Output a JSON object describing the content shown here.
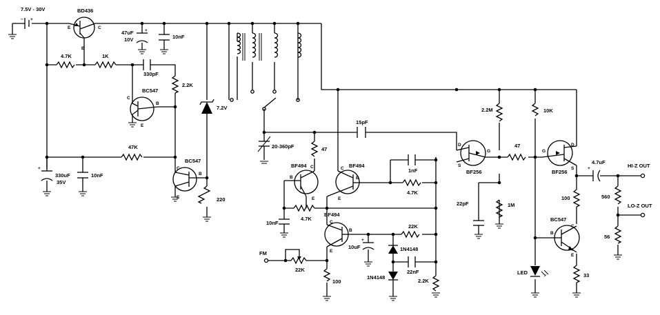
{
  "supply": {
    "label": "7.5V - 30V"
  },
  "components": {
    "q_bd436": {
      "part": "BD436"
    },
    "c_47uf": {
      "value": "47uF",
      "rating": "10V"
    },
    "c_10nf_top": {
      "value": "10nF"
    },
    "r_4k7_top": {
      "value": "4.7K"
    },
    "r_1k": {
      "value": "1K"
    },
    "c_330pf": {
      "value": "330pF"
    },
    "r_2k2_left": {
      "value": "2.2K"
    },
    "q_bc547_1": {
      "part": "BC547"
    },
    "zener": {
      "value": "7.2V"
    },
    "c_330uf": {
      "value": "330uF",
      "rating": "35V"
    },
    "c_10nf_left": {
      "value": "10nF"
    },
    "r_47k": {
      "value": "47K"
    },
    "q_bc547_2": {
      "part": "BC547"
    },
    "r_220": {
      "value": "220"
    },
    "c_var": {
      "value": "20-360pF"
    },
    "c_15pf": {
      "value": "15pF"
    },
    "r_47_osc": {
      "value": "47"
    },
    "q_bf494_1": {
      "part": "BF494"
    },
    "q_bf494_2": {
      "part": "BF494"
    },
    "q_bf494_3": {
      "part": "BF494"
    },
    "c_1nf": {
      "value": "1nF"
    },
    "r_4k7_fb": {
      "value": "4.7K"
    },
    "r_4k7_base": {
      "value": "4.7K"
    },
    "c_10nf_osc": {
      "value": "10nF"
    },
    "r_22k_mod": {
      "value": "22K"
    },
    "c_10uf": {
      "value": "10uF"
    },
    "d_1n4148_a": {
      "part": "1N4148"
    },
    "d_1n4148_b": {
      "part": "1N4148"
    },
    "c_22nf": {
      "value": "22nF"
    },
    "r_2k2_bot": {
      "value": "2.2K"
    },
    "r_100_em": {
      "value": "100"
    },
    "fm_in": {
      "label": "FM"
    },
    "pot_22k": {
      "value": "22K"
    },
    "r_2m2": {
      "value": "2.2M"
    },
    "q_bf256_1": {
      "part": "BF256"
    },
    "c_22pf": {
      "value": "22pF"
    },
    "r_1m": {
      "value": "1M"
    },
    "r_47_gate": {
      "value": "47"
    },
    "r_10k": {
      "value": "10K"
    },
    "q_bf256_2": {
      "part": "BF256"
    },
    "c_4u7": {
      "value": "4.7uF"
    },
    "r_560": {
      "value": "560"
    },
    "r_56": {
      "value": "56"
    },
    "r_100_out": {
      "value": "100"
    },
    "q_bc547_3": {
      "part": "BC547"
    },
    "led": {
      "label": "LED"
    },
    "r_33": {
      "value": "33"
    }
  },
  "outputs": {
    "hi_z": "HI-Z OUT",
    "lo_z": "LO-Z OUT"
  },
  "pins": {
    "b": "B",
    "c": "C",
    "e": "E",
    "d": "D",
    "g": "G",
    "s": "S"
  }
}
